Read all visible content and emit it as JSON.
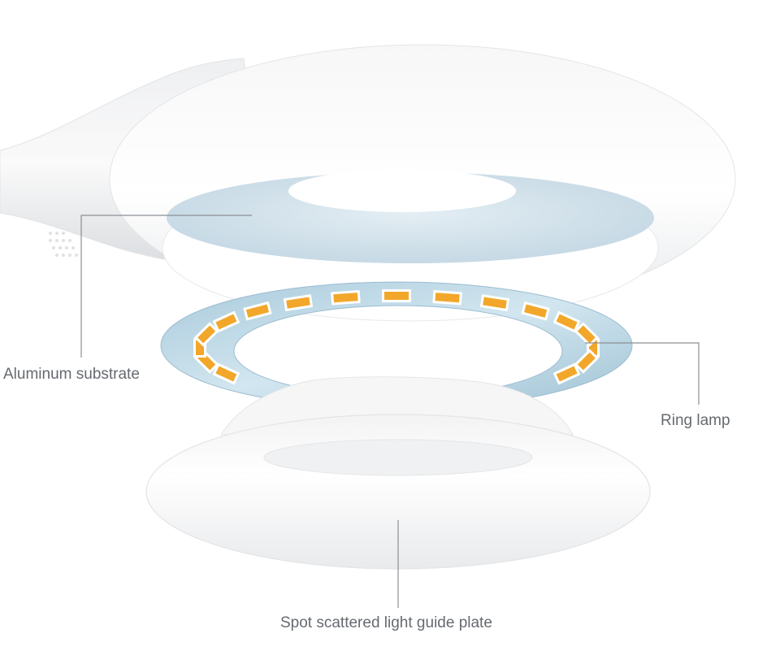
{
  "labels": {
    "aluminum_substrate": "Aluminum substrate",
    "ring_lamp": "Ring lamp",
    "light_guide": "Spot scattered light guide plate"
  },
  "colors": {
    "background": "#ffffff",
    "lamp_body": "#f4f5f6",
    "aluminum_plate": "#cfe0ea",
    "ring_board": "#bcd8e6",
    "led_chip": "#f2a72a",
    "leader_line": "#8a8f95",
    "label_text": "#666a70"
  },
  "icons": [
    "lamp-head",
    "aluminum-substrate-plate",
    "ring-lamp-board",
    "led-chip",
    "light-guide-plate"
  ],
  "led_count": 24
}
